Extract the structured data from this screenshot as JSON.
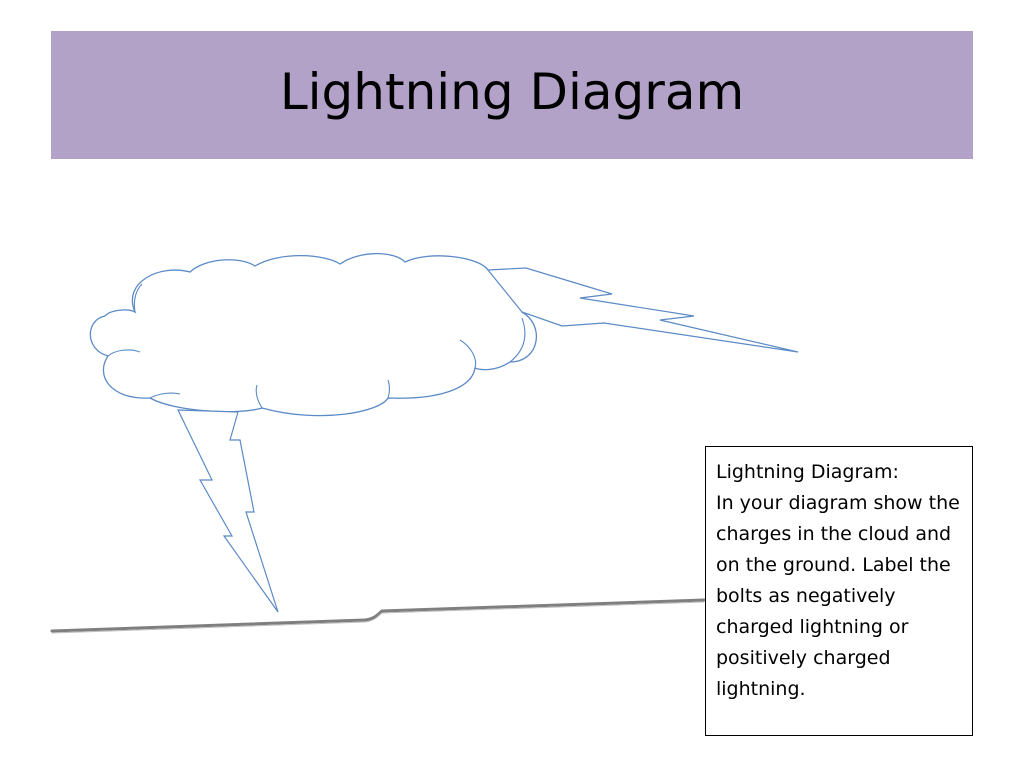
{
  "slide": {
    "title": "Lightning Diagram",
    "banner_color": "#b3a2c7",
    "outline_color": "#5b8ac6",
    "ground_color": "#7f7f7f"
  },
  "note": {
    "heading": "Lightning Diagram:",
    "body": "In your diagram show the charges in the cloud and on the ground.  Label  the bolts as negatively charged lightning or positively charged lightning."
  }
}
